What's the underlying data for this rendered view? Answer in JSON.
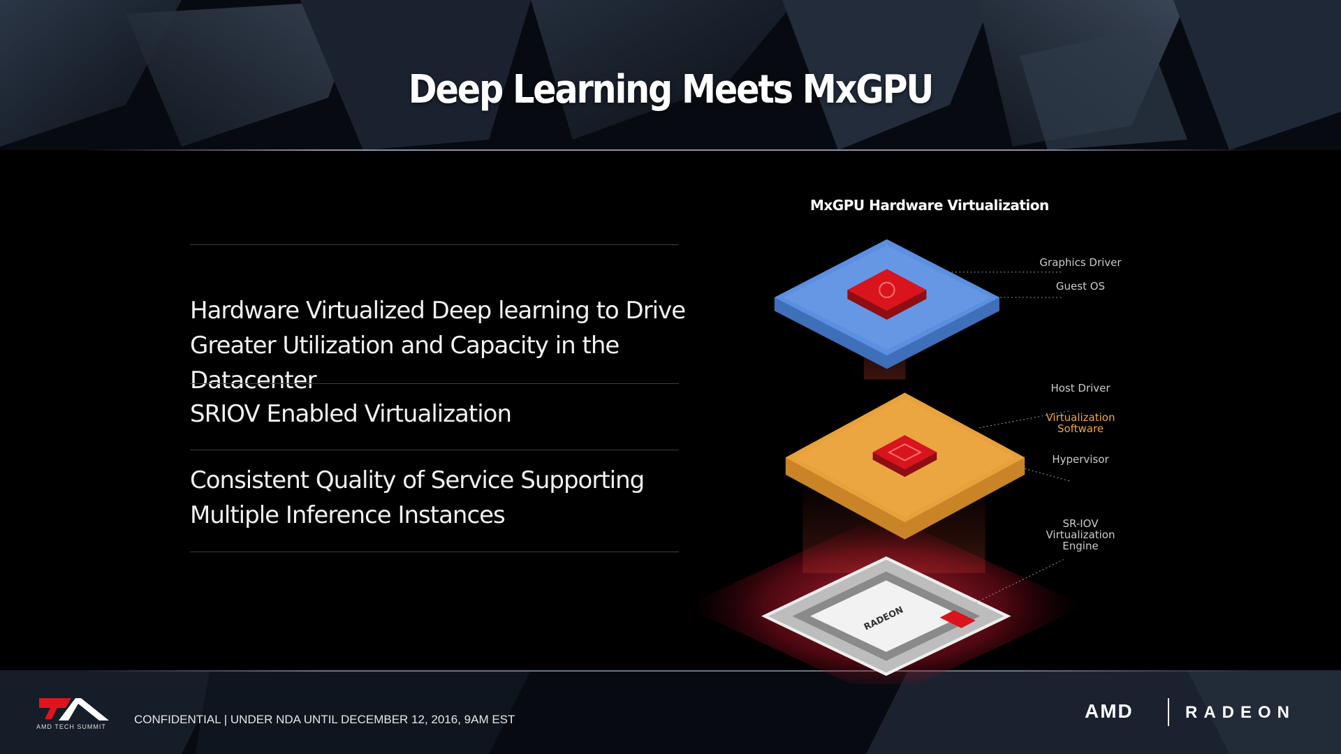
{
  "slide": {
    "title": "Deep Learning Meets MxGPU"
  },
  "bullets": [
    "Hardware Virtualized Deep learning to Drive Greater Utilization and Capacity in the Datacenter",
    "SRIOV Enabled Virtualization",
    "Consistent Quality of Service Supporting  Multiple Inference Instances"
  ],
  "diagram": {
    "title": "MxGPU Hardware Virtualization",
    "labels": {
      "graphics_driver": "Graphics Driver",
      "guest_os": "Guest OS",
      "host_driver": "Host Driver",
      "virtualization_software": "Virtualization Software",
      "hypervisor": "Hypervisor",
      "sriov_engine": "SR-IOV Virtualization Engine"
    },
    "chip_text": "RADEON",
    "colors": {
      "guest_layer": "#4f86d8",
      "host_layer": "#e8a23c",
      "accent_red": "#d9141c",
      "label_orange": "#f2a63b"
    }
  },
  "footer": {
    "confidential": "CONFIDENTIAL | UNDER NDA UNTIL DECEMBER 12, 2016, 9AM EST",
    "summit_logo_text": "AMD TECH SUMMIT",
    "amd_logo": "AMD",
    "radeon_logo": "RADEON"
  }
}
